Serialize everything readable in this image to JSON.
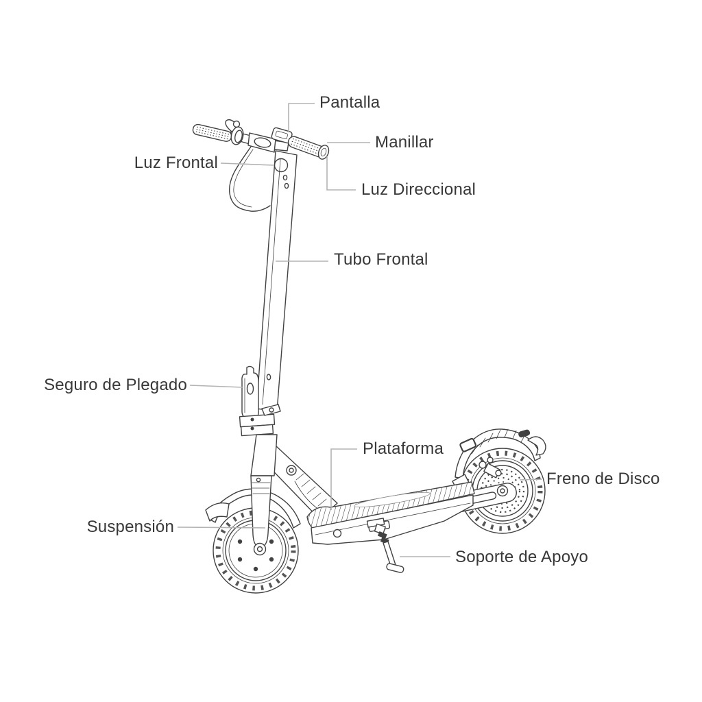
{
  "diagram": {
    "kind": "electric-scooter-parts-diagram",
    "labels": {
      "pantalla": "Pantalla",
      "manillar": "Manillar",
      "luz_frontal": "Luz Frontal",
      "luz_direccional": "Luz Direccional",
      "tubo_frontal": "Tubo Frontal",
      "seguro_de_plegado": "Seguro de Plegado",
      "plataforma": "Plataforma",
      "freno_de_disco": "Freno de Disco",
      "suspension": "Suspensión",
      "soporte_de_apoyo": "Soporte de Apoyo"
    },
    "colors": {
      "line": "#414141",
      "leader": "#b3b3b3",
      "text": "#383838",
      "background": "#ffffff"
    }
  }
}
